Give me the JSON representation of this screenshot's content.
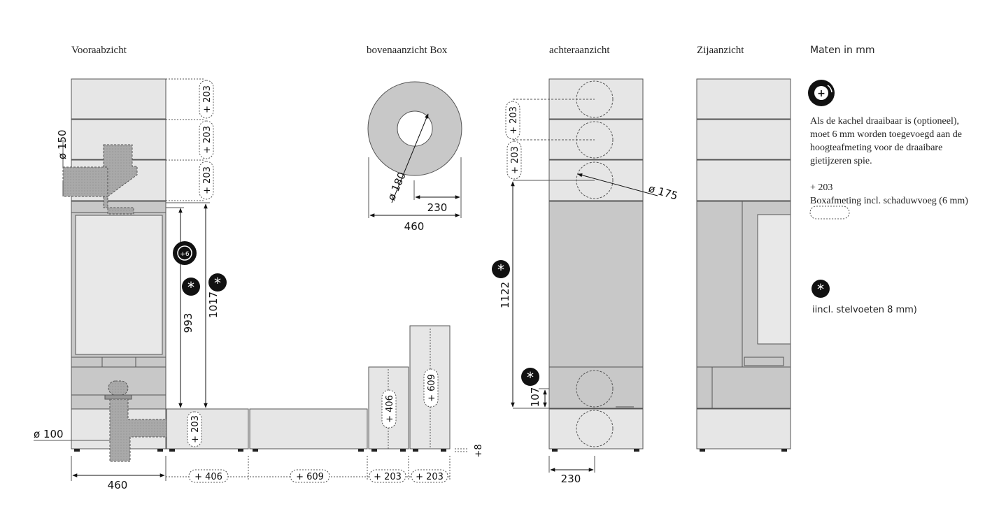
{
  "views": {
    "front": "Vooraabzicht",
    "top": "bovenaanzicht Box",
    "back": "achteraanzicht",
    "side": "Zijaanzicht"
  },
  "legend": {
    "units": "Maten in mm",
    "swivel_note": "Als de kachel draaibaar is (optioneel), moet 6 mm worden toegevoegd aan de hoogteafmeting voor de draaibare gietijzeren spie.",
    "box_value": "+ 203",
    "box_note": "Boxafmeting incl. schaduwvoeg (6 mm)",
    "feet_note": "iincl. stelvoeten 8 mm)"
  },
  "dimensions": {
    "d150": "ø 150",
    "d100": "ø 100",
    "d180": "ø 180",
    "d175": "ø 175",
    "h993": "993",
    "h1017": "1017",
    "h1122": "1122",
    "h107": "107",
    "w460_front": "460",
    "w460_top": "460",
    "w230_top": "230",
    "w230_back": "230",
    "box203": "+ 203",
    "box406": "+ 406",
    "box609": "+ 609",
    "plus8": "+8"
  },
  "colors": {
    "panel": "#e6e6e6",
    "panel_dark": "#c8c8c8",
    "pipe": "#a9a9a9",
    "stroke": "#555555",
    "ink": "#111111"
  }
}
